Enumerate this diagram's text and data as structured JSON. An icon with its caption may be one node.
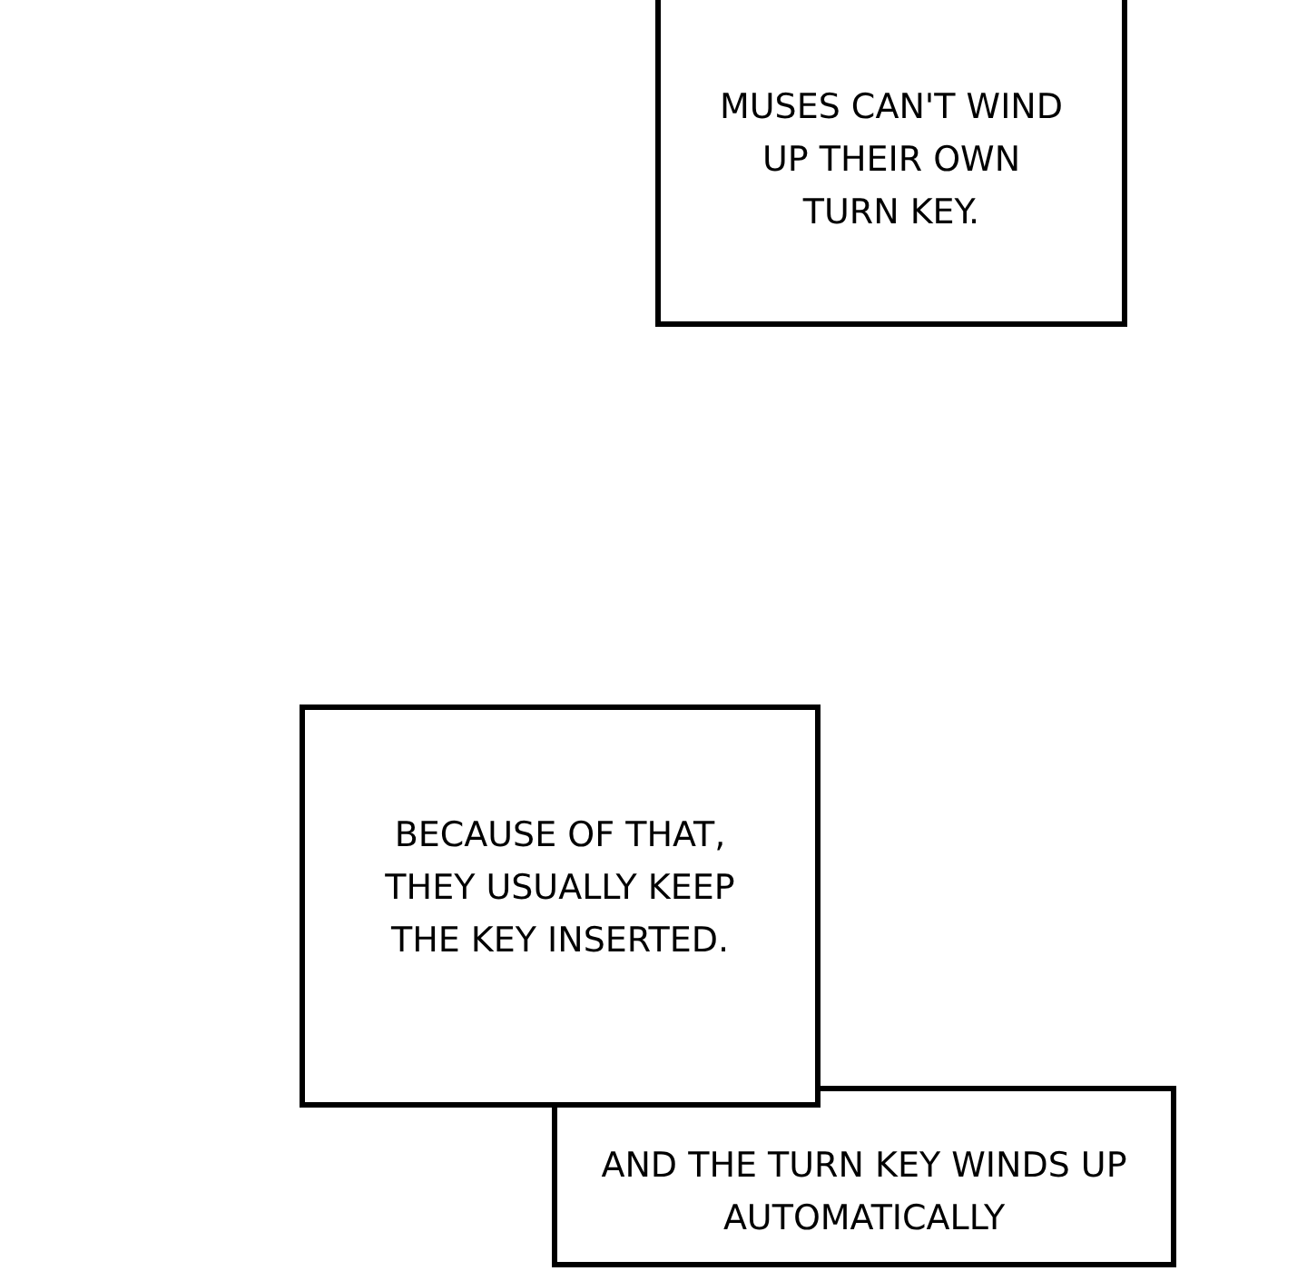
{
  "diagram": {
    "nodes": [
      {
        "text": [
          "MUSES CAN'T WIND UP THEIR OWN TURN KEY."
        ]
      },
      {
        "text": [
          "BECAUSE OF THAT, THEY USUALLY KEEP THE KEY INSERTED."
        ]
      },
      {
        "text": [
          "AND THE TURN KEY WINDS UP AUTOMATICALLY"
        ]
      }
    ]
  }
}
